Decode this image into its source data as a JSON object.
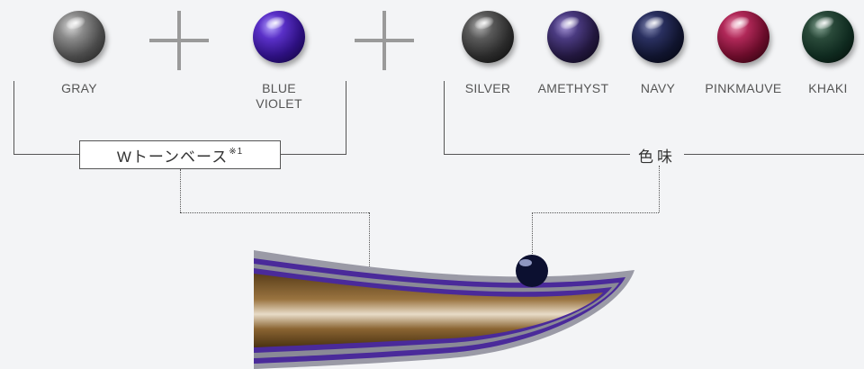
{
  "base_colors": [
    {
      "name": "GRAY",
      "color": "#5a5a5a"
    },
    {
      "name": "BLUE VIOLET",
      "line1": "BLUE",
      "line2": "VIOLET",
      "color": "#3a1a8a"
    }
  ],
  "tint_colors": [
    {
      "name": "SILVER",
      "color": "#3c3c3c"
    },
    {
      "name": "AMETHYST",
      "color": "#2e1f55"
    },
    {
      "name": "NAVY",
      "color": "#151a35"
    },
    {
      "name": "PINKMAUVE",
      "color": "#7a1030"
    },
    {
      "name": "KHAKI",
      "color": "#0f2a1f"
    }
  ],
  "w_tone_base": {
    "text": "Wトーンベース",
    "note": "※1"
  },
  "tint_label": "色味",
  "icons": [
    "plus-icon",
    "plus-icon"
  ],
  "colors": {
    "accent_violet": "#4a2a9a",
    "hair_brown": "#7a5a2e",
    "outline_gray": "#9a9aa6"
  }
}
